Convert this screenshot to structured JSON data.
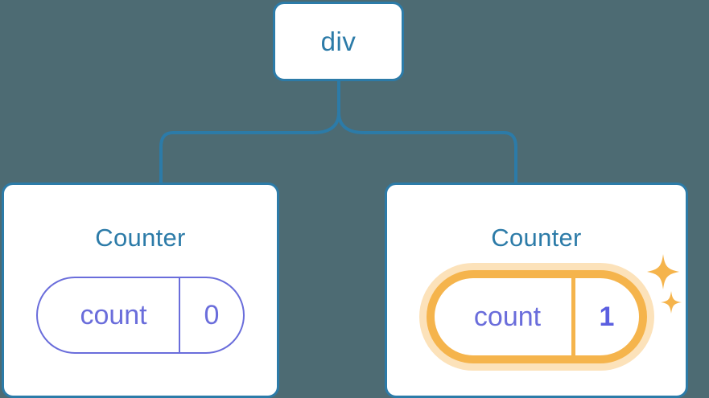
{
  "diagram": {
    "type": "component-tree",
    "background_color": "#4d6b73",
    "accent_color": "#2c7ba8",
    "state_color": "#6a6ddb",
    "highlight_color": "#f5b44c",
    "highlight_glow_color": "#fce2ba"
  },
  "root": {
    "label": "div"
  },
  "children": [
    {
      "title": "Counter",
      "state": {
        "key": "count",
        "value": "0"
      },
      "highlighted": false
    },
    {
      "title": "Counter",
      "state": {
        "key": "count",
        "value": "1"
      },
      "highlighted": true
    }
  ],
  "icons": {
    "sparkle_large": "sparkle-icon",
    "sparkle_small": "sparkle-icon"
  }
}
